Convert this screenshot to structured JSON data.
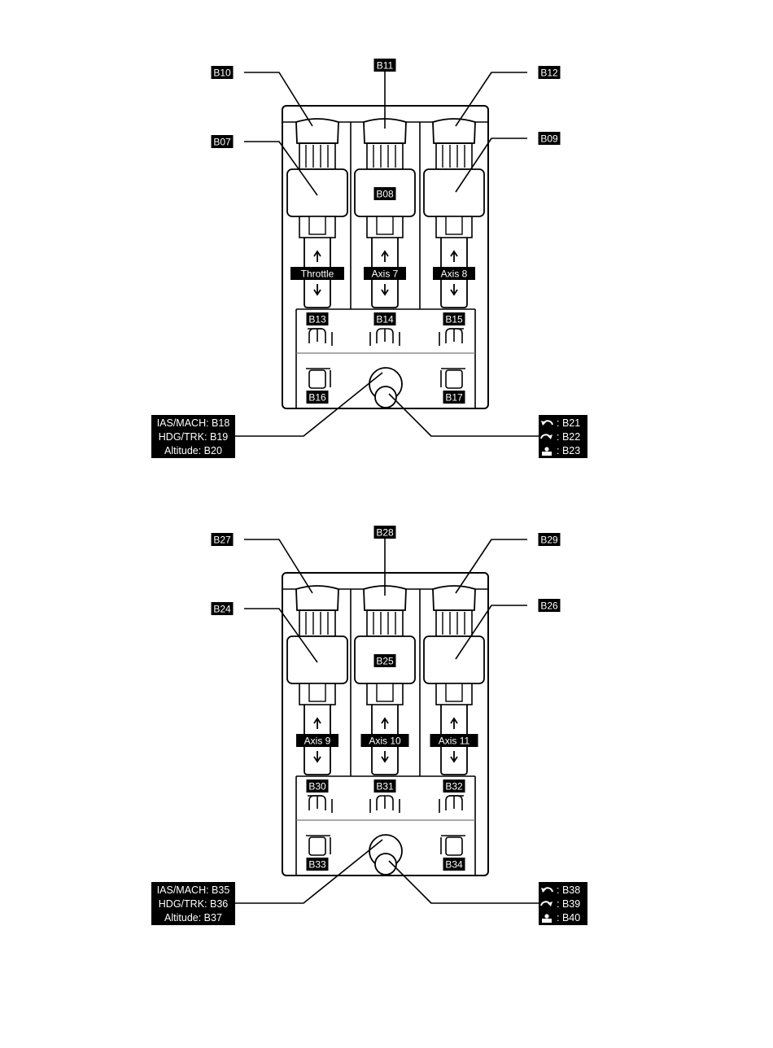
{
  "panels": [
    {
      "top_labels": {
        "left_cap": "B10",
        "center_cap": "B11",
        "right_cap": "B12"
      },
      "side_labels": {
        "left_lever": "B07",
        "right_lever": "B09"
      },
      "center_lever_label": "B08",
      "axes": [
        "Throttle",
        "Axis 7",
        "Axis 8"
      ],
      "switches_top": [
        "B13",
        "B14",
        "B15"
      ],
      "switches_bottom": [
        "B16",
        "B17"
      ],
      "left_multi": [
        "IAS/MACH: B18",
        "HDG/TRK: B19",
        "Altitude: B20"
      ],
      "right_multi": [
        {
          "icon": "rotate-ccw-icon",
          "text": ": B21"
        },
        {
          "icon": "rotate-cw-icon",
          "text": ": B22"
        },
        {
          "icon": "push-icon",
          "text": ": B23"
        }
      ]
    },
    {
      "top_labels": {
        "left_cap": "B27",
        "center_cap": "B28",
        "right_cap": "B29"
      },
      "side_labels": {
        "left_lever": "B24",
        "right_lever": "B26"
      },
      "center_lever_label": "B25",
      "axes": [
        "Axis 9",
        "Axis 10",
        "Axis 11"
      ],
      "switches_top": [
        "B30",
        "B31",
        "B32"
      ],
      "switches_bottom": [
        "B33",
        "B34"
      ],
      "left_multi": [
        "IAS/MACH: B35",
        "HDG/TRK: B36",
        "Altitude: B37"
      ],
      "right_multi": [
        {
          "icon": "rotate-ccw-icon",
          "text": ": B38"
        },
        {
          "icon": "rotate-cw-icon",
          "text": ": B39"
        },
        {
          "icon": "push-icon",
          "text": ": B40"
        }
      ]
    }
  ],
  "colors": {
    "ink": "#000000",
    "label_bg": "#000000",
    "label_text": "#ffffff",
    "paper": "#ffffff"
  }
}
